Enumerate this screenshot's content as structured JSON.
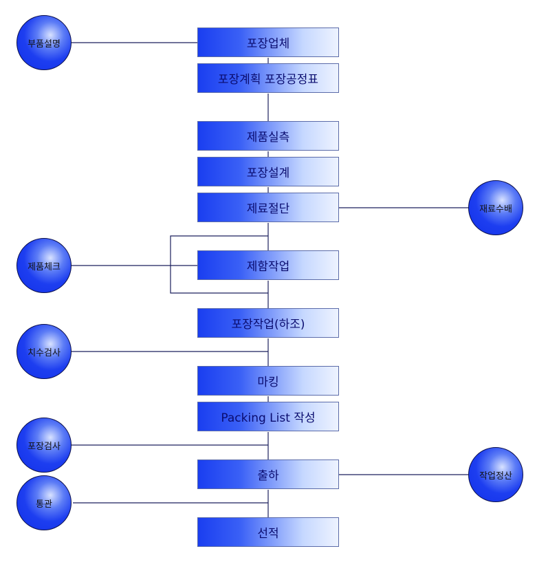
{
  "boxes": [
    "포장업체",
    "포장계획 포장공정표",
    "제품실측",
    "포장설계",
    "제료절단",
    "제함작업",
    "포장작업(하조)",
    "마킹",
    "Packing List 작성",
    "출하",
    "선적"
  ],
  "circles": {
    "parts": "부품설명",
    "material": "재료수배",
    "product_check": "제품체크",
    "dimension": "치수검사",
    "pack_inspect": "포장검사",
    "customs": "통관",
    "settlement": "작업정산"
  },
  "colors": {
    "box_dark": "#1a3ef0",
    "box_light": "#eef3ff",
    "circle": "#1d3ef0",
    "line": "#1a1f5c",
    "text": "#0a0c6e"
  }
}
